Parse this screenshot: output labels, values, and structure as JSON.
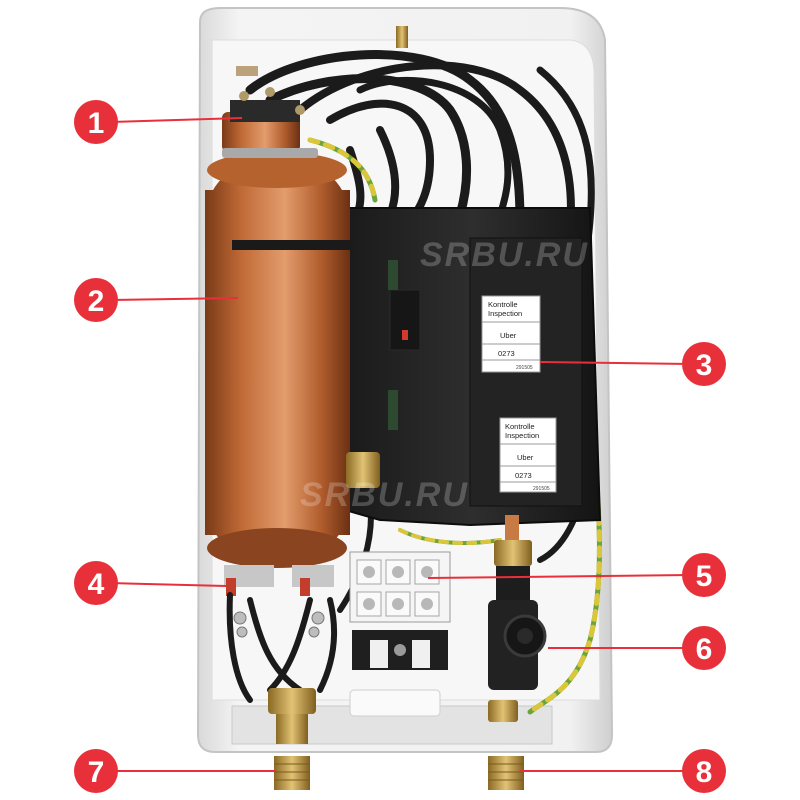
{
  "colors": {
    "callout": "#e8303a",
    "leader_line": "#e8303a",
    "copper": "#c8733f",
    "housing": "#ececec",
    "cables": "#1b1b1b",
    "brass": "#c9a450",
    "earth_wire_green": "#6aa43a",
    "earth_wire_yellow": "#d9c63a"
  },
  "watermarks": [
    "SRBU.RU",
    "SRBU.RU"
  ],
  "inspection_cards": [
    {
      "title_line1": "Kontrolle",
      "title_line2": "Inspection",
      "field_label": "Uber",
      "code": "0273",
      "small_code": "291505"
    },
    {
      "title_line1": "Kontrolle",
      "title_line2": "Inspection",
      "field_label": "Uber",
      "code": "0273",
      "small_code": "291505"
    }
  ],
  "callouts": [
    {
      "number": "1"
    },
    {
      "number": "2"
    },
    {
      "number": "3"
    },
    {
      "number": "4"
    },
    {
      "number": "5"
    },
    {
      "number": "6"
    },
    {
      "number": "7"
    },
    {
      "number": "8"
    }
  ]
}
